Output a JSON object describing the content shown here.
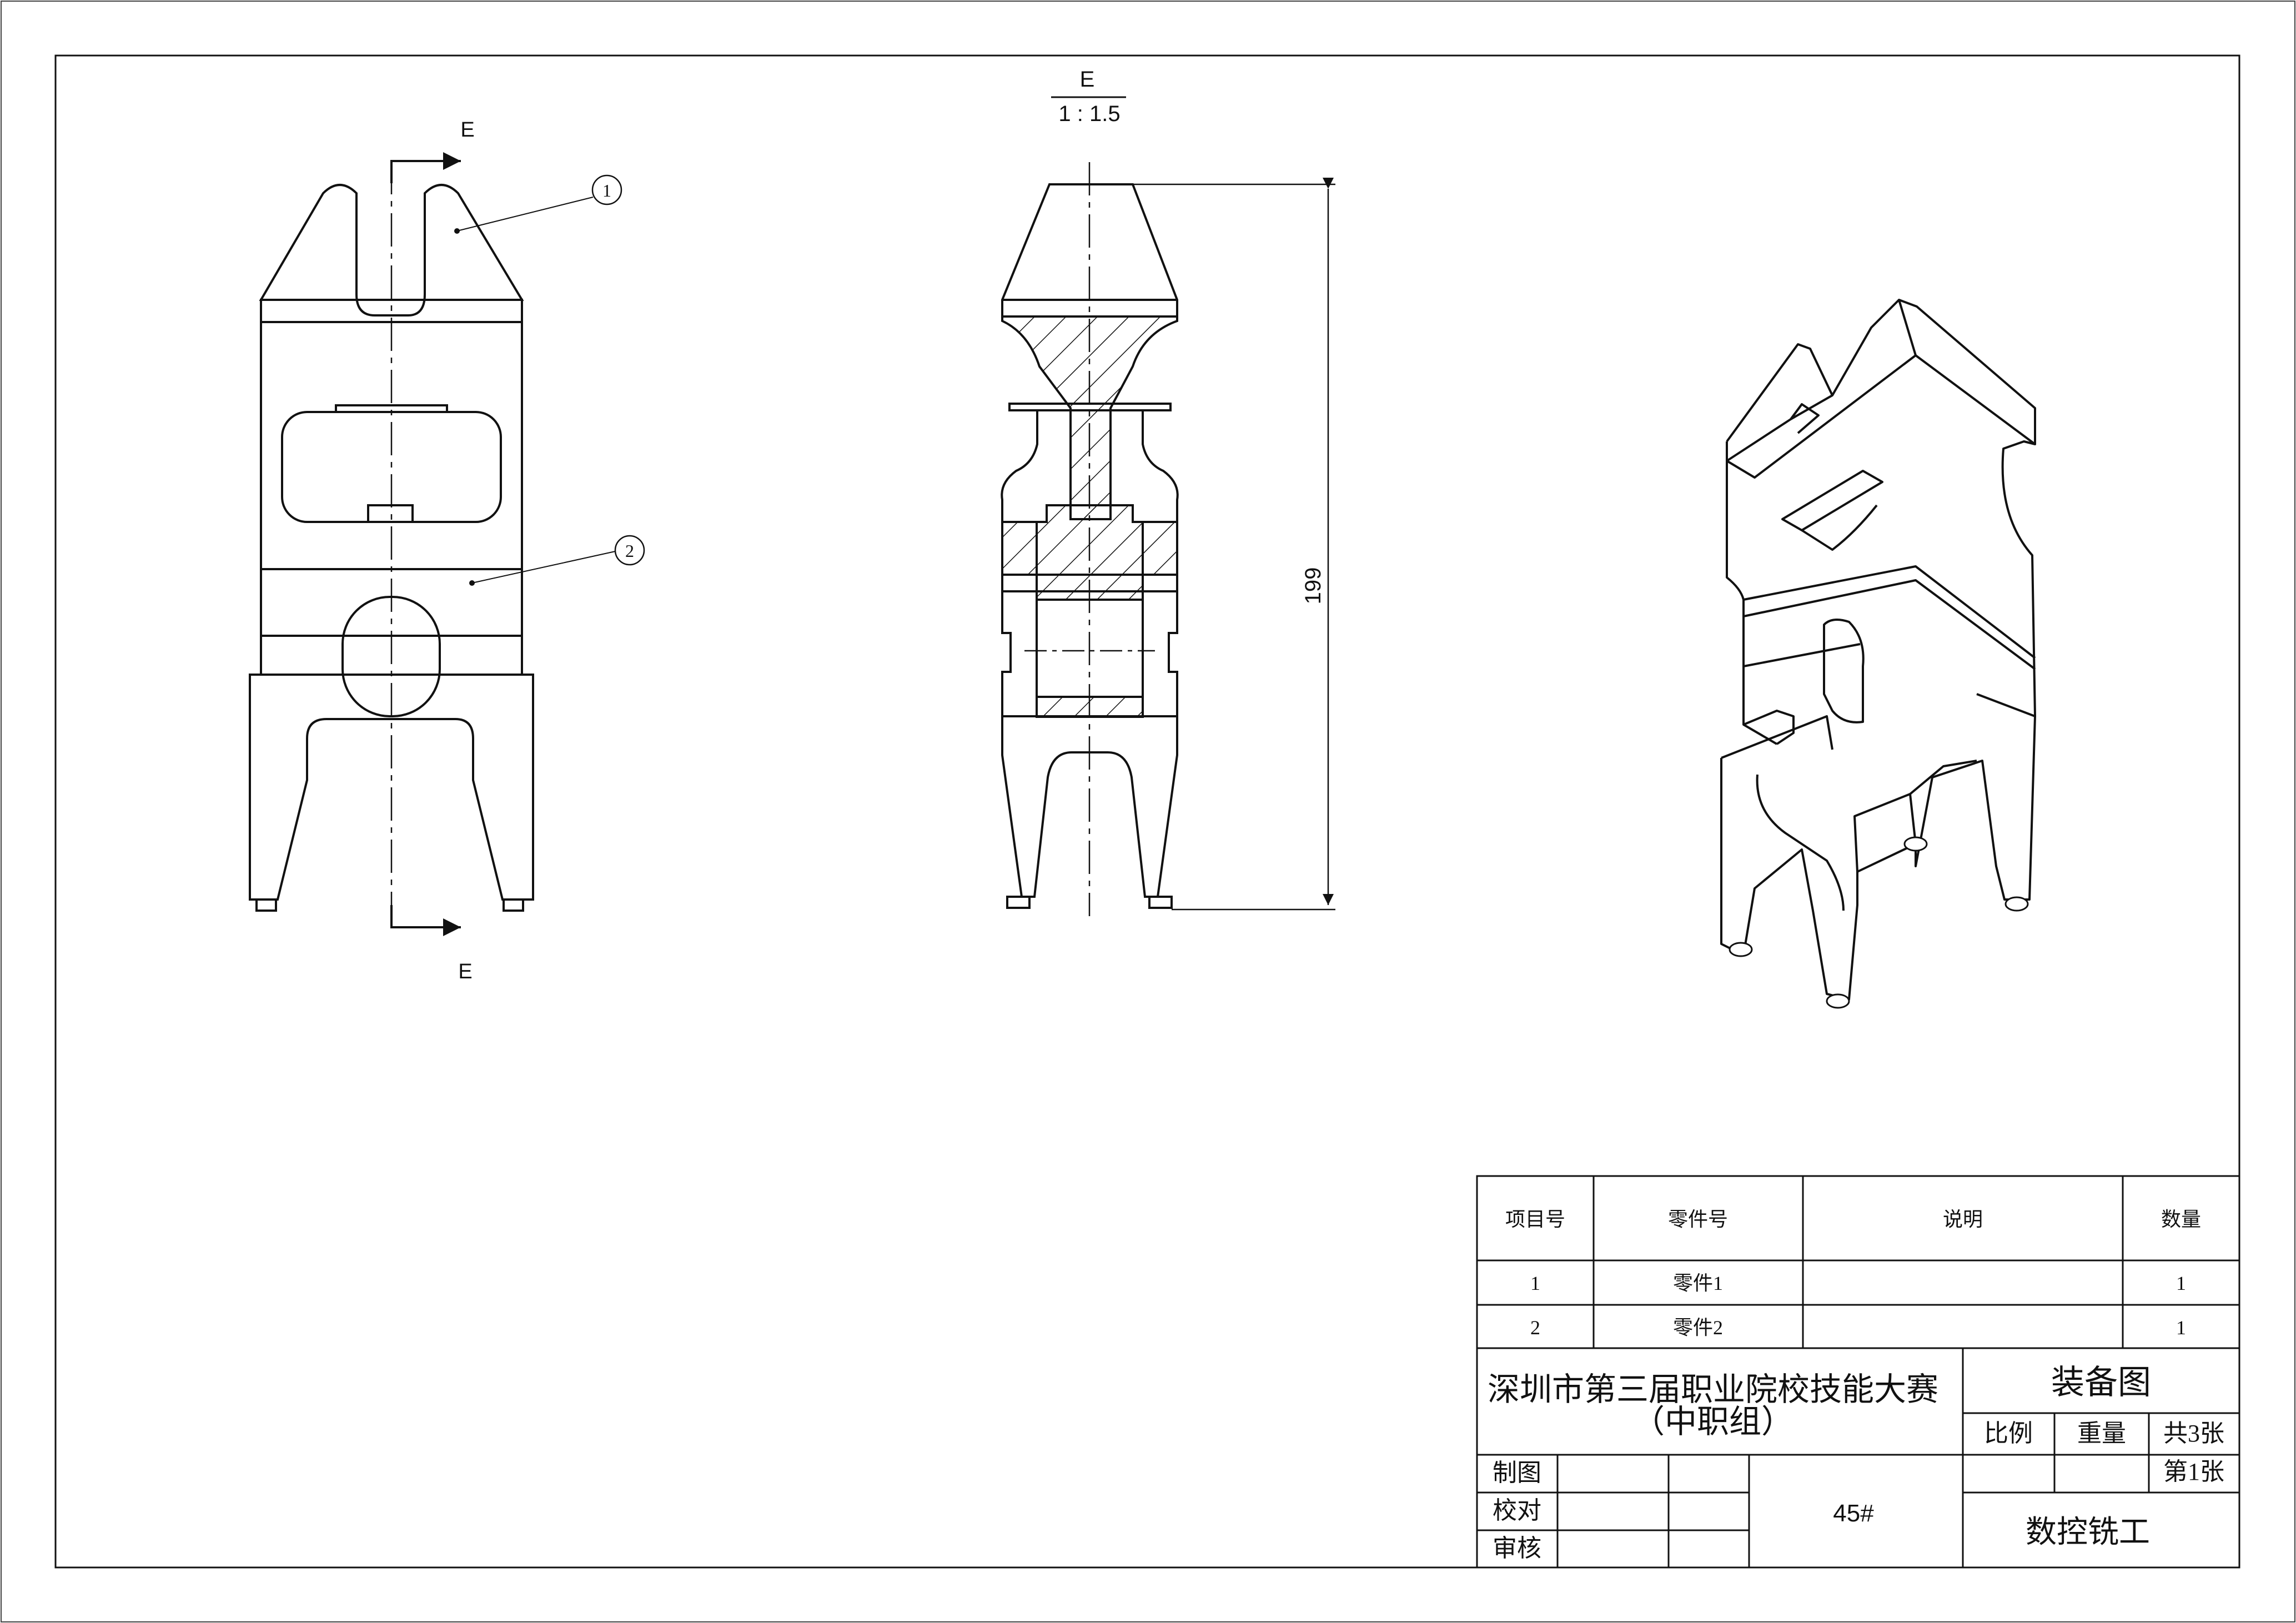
{
  "views": {
    "front": {
      "section_mark_top": "E",
      "section_mark_bottom": "E",
      "balloon_1": "1",
      "balloon_2": "2"
    },
    "section": {
      "label": "E",
      "scale": "1 : 1.5",
      "dimension_height": "199"
    }
  },
  "bom": {
    "headers": [
      "项目号",
      "零件号",
      "说明",
      "数量"
    ],
    "rows": [
      {
        "item": "1",
        "part": "零件1",
        "desc": "",
        "qty": "1"
      },
      {
        "item": "2",
        "part": "零件2",
        "desc": "",
        "qty": "1"
      }
    ]
  },
  "title_block": {
    "organization_line1": "深圳市第三届职业院校技能大赛",
    "organization_line2": "（中职组）",
    "drawing_name": "装备图",
    "scale_label": "比例",
    "weight_label": "重量",
    "total_sheets": "共3张",
    "sheet_no": "第1张",
    "drawn_by_label": "制图",
    "checked_by_label": "校对",
    "approved_by_label": "审核",
    "material": "45#",
    "discipline": "数控铣工"
  }
}
